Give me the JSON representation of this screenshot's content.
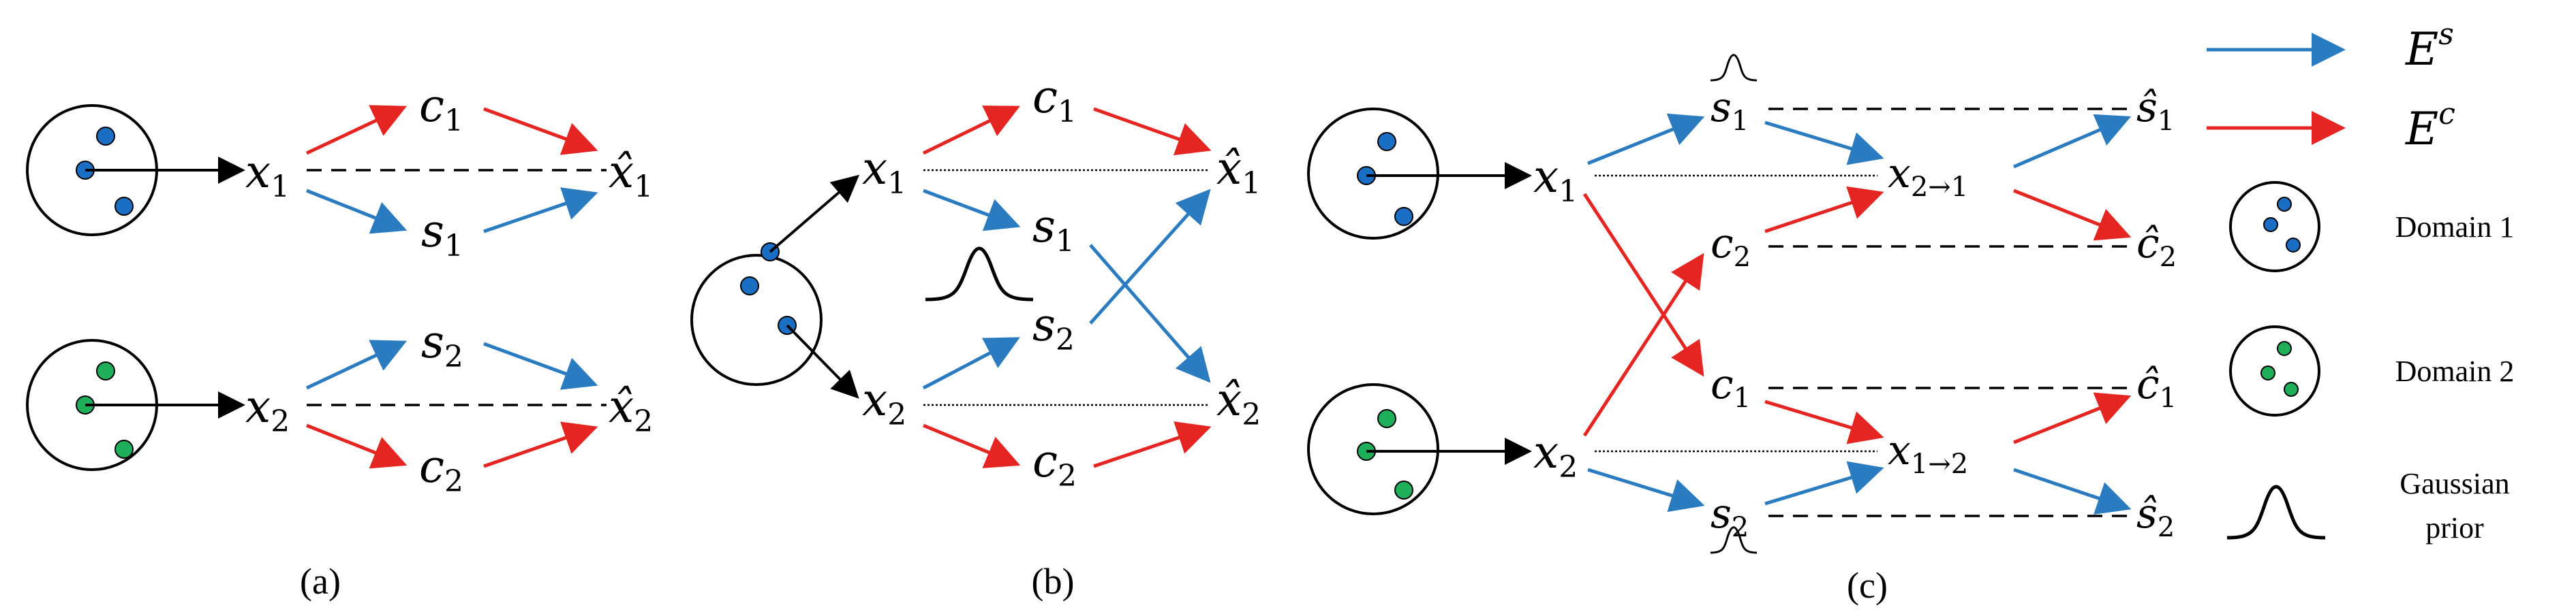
{
  "colors": {
    "style_edge": "#2a7bc0",
    "content_edge": "#e52521",
    "domain1_dot": "#1a6fc4",
    "domain2_dot": "#1fae5a",
    "black": "#000000"
  },
  "panels": {
    "a": {
      "caption": "(a)",
      "nodes": {
        "x1": {
          "base": "x",
          "sub": "1"
        },
        "x2": {
          "base": "x",
          "sub": "2"
        },
        "c1": {
          "base": "c",
          "sub": "1"
        },
        "s1": {
          "base": "s",
          "sub": "1"
        },
        "s2": {
          "base": "s",
          "sub": "2"
        },
        "c2": {
          "base": "c",
          "sub": "2"
        },
        "xh1": {
          "base": "x̂",
          "sub": "1"
        },
        "xh2": {
          "base": "x̂",
          "sub": "2"
        }
      }
    },
    "b": {
      "caption": "(b)",
      "nodes": {
        "x1": {
          "base": "x",
          "sub": "1"
        },
        "x2": {
          "base": "x",
          "sub": "2"
        },
        "c1": {
          "base": "c",
          "sub": "1"
        },
        "s1": {
          "base": "s",
          "sub": "1"
        },
        "s2": {
          "base": "s",
          "sub": "2"
        },
        "c2": {
          "base": "c",
          "sub": "2"
        },
        "xh1": {
          "base": "x̂",
          "sub": "1"
        },
        "xh2": {
          "base": "x̂",
          "sub": "2"
        }
      }
    },
    "c": {
      "caption": "(c)",
      "nodes": {
        "x1": {
          "base": "x",
          "sub": "1"
        },
        "x2": {
          "base": "x",
          "sub": "2"
        },
        "s1": {
          "base": "s",
          "sub": "1"
        },
        "c2": {
          "base": "c",
          "sub": "2"
        },
        "c1": {
          "base": "c",
          "sub": "1"
        },
        "s2": {
          "base": "s",
          "sub": "2"
        },
        "x21": {
          "base": "x",
          "sub": "2→1"
        },
        "x12": {
          "base": "x",
          "sub": "1→2"
        },
        "sh1": {
          "base": "ŝ",
          "sub": "1"
        },
        "ch2": {
          "base": "ĉ",
          "sub": "2"
        },
        "ch1": {
          "base": "ĉ",
          "sub": "1"
        },
        "sh2": {
          "base": "ŝ",
          "sub": "2"
        }
      }
    }
  },
  "legend": {
    "style_encoder": {
      "base": "E",
      "sup": "s"
    },
    "content_encoder": {
      "base": "E",
      "sup": "c"
    },
    "domain1": "Domain 1",
    "domain2": "Domain 2",
    "gaussian_line1": "Gaussian",
    "gaussian_line2": "prior"
  }
}
